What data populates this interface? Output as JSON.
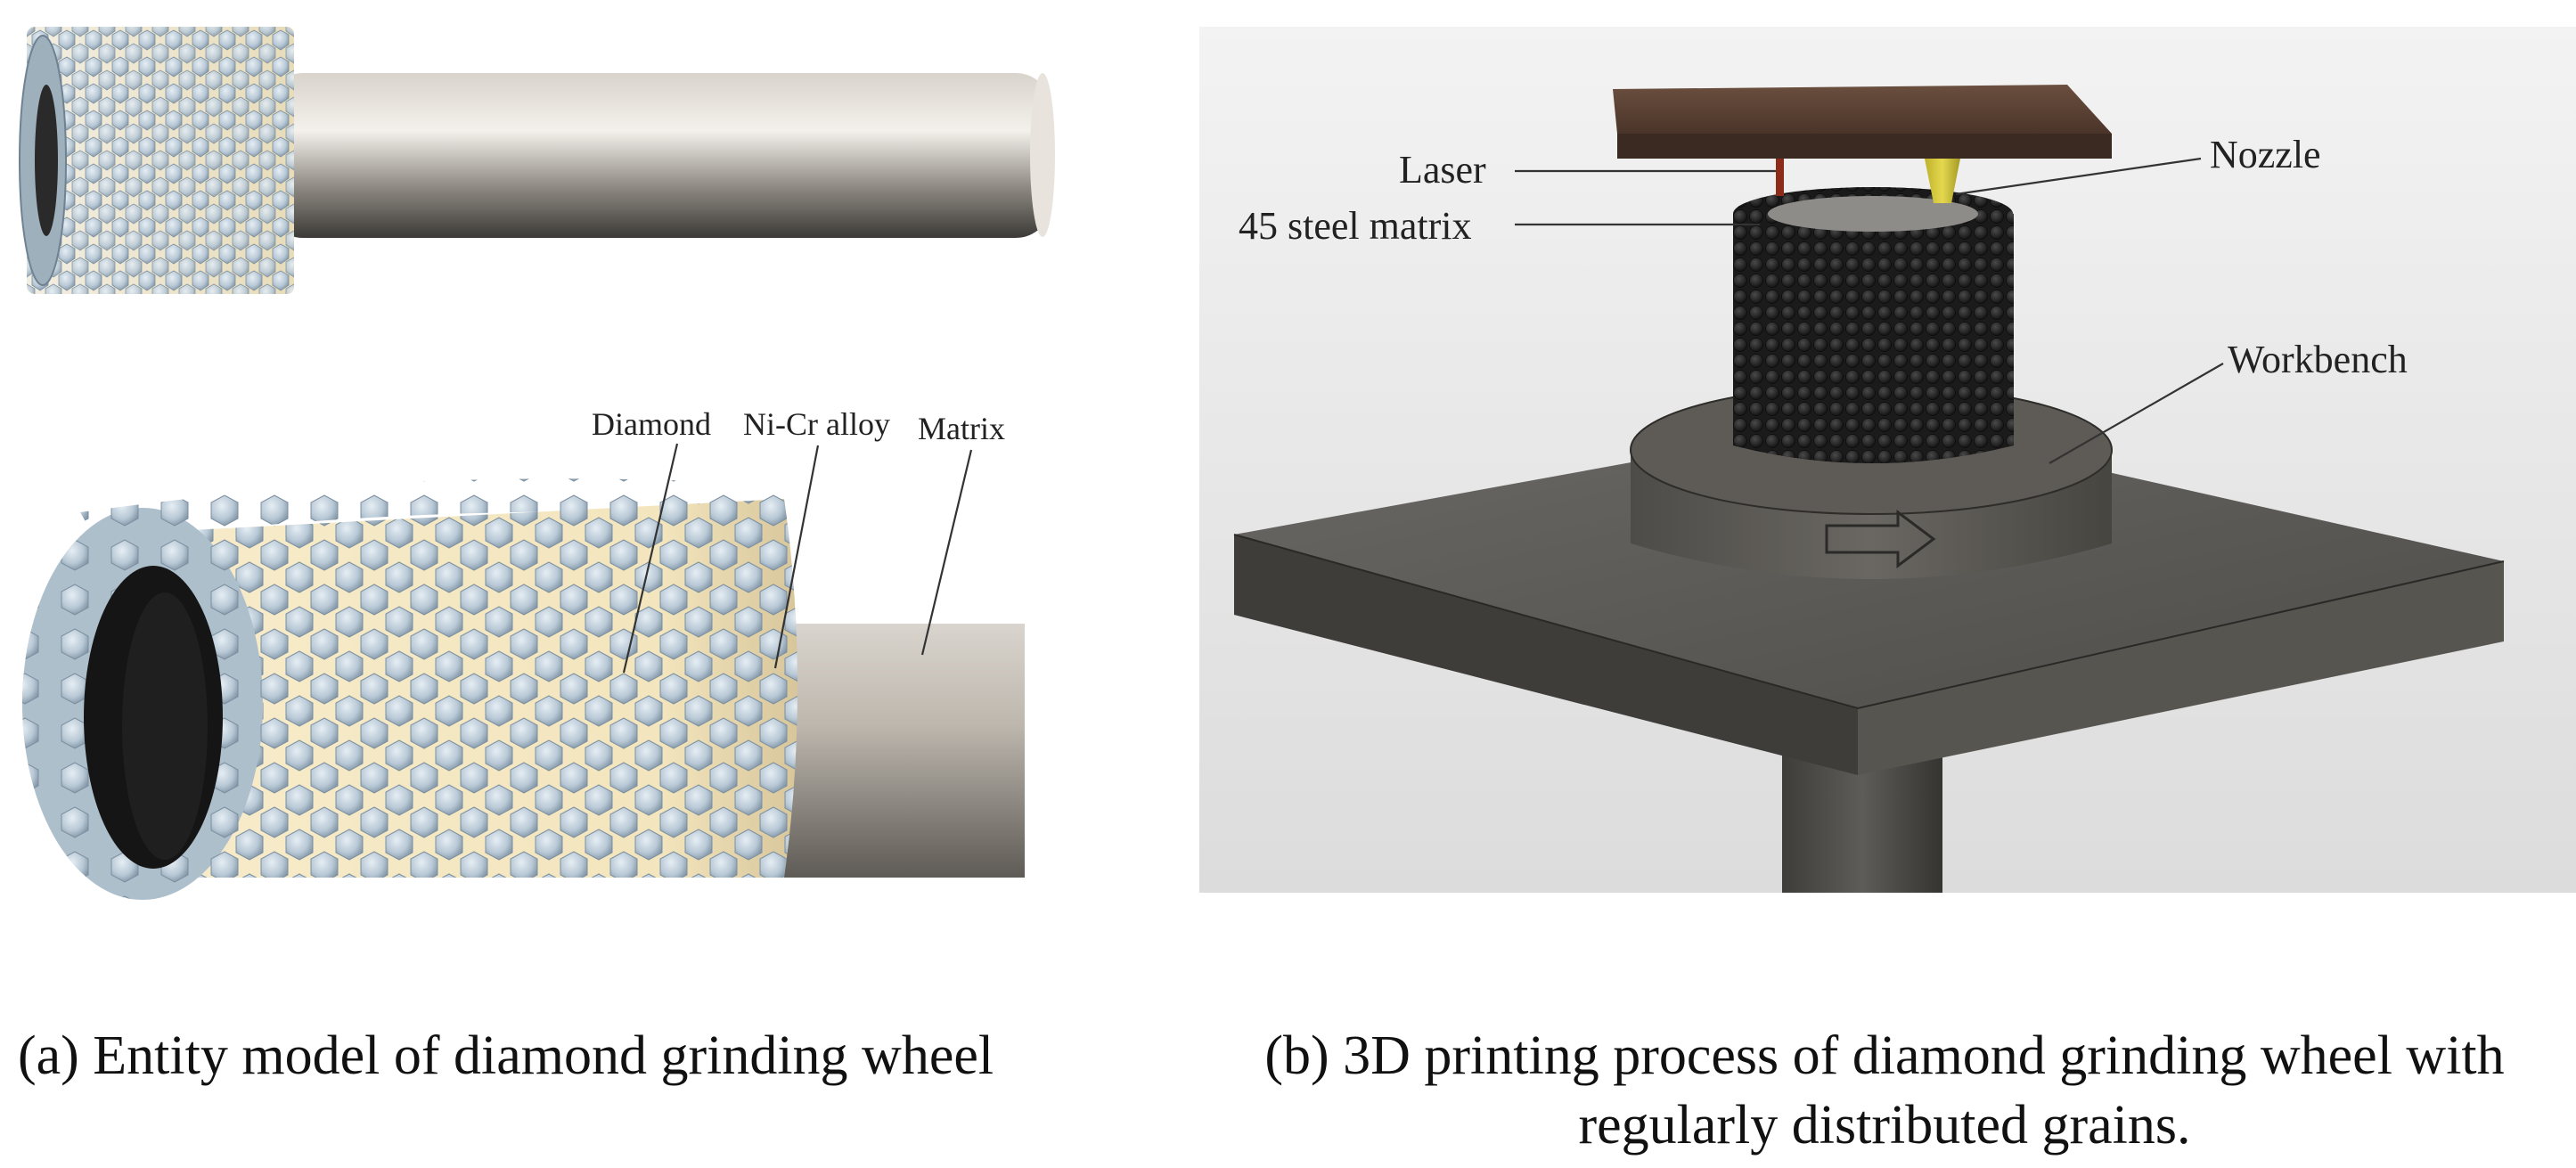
{
  "panel_a": {
    "labels": {
      "diamond": "Diamond",
      "nicr": "Ni-Cr alloy",
      "matrix": "Matrix"
    },
    "caption": "(a) Entity model of diamond grinding wheel"
  },
  "panel_b": {
    "labels": {
      "laser": "Laser",
      "steel": "45 steel matrix",
      "nozzle": "Nozzle",
      "workbench": "Workbench"
    },
    "caption_line1": "(b) 3D printing process of diamond grinding wheel with",
    "caption_line2": "regularly distributed grains."
  },
  "colors": {
    "grain": "#b9c9d6",
    "alloy": "#f3e6c0",
    "steel": "#9a9995",
    "workbench": "#5b5955",
    "nozzle": "#d4c63a"
  }
}
